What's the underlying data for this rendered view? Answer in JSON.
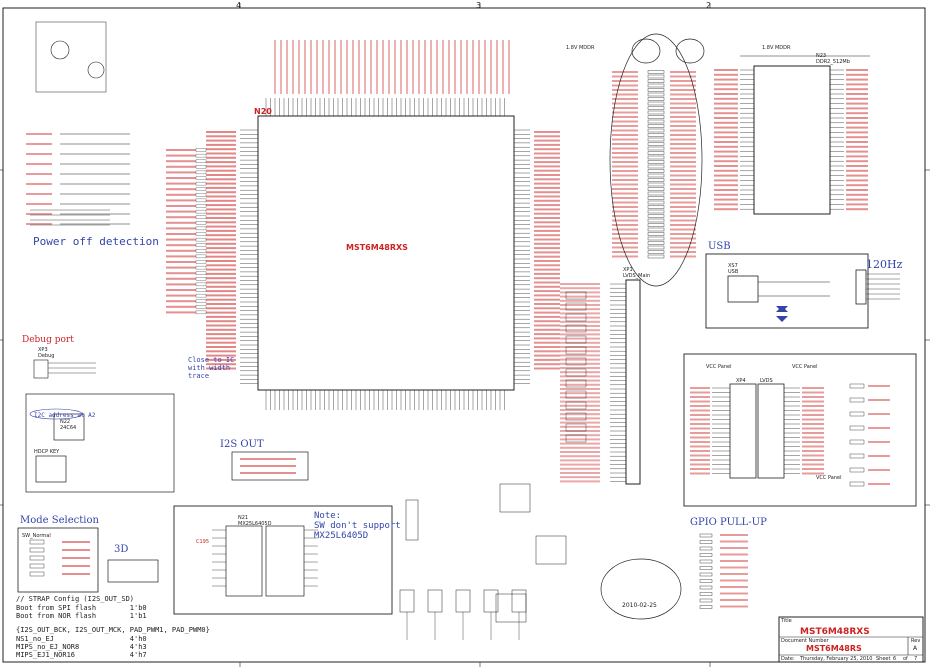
{
  "sheet": {
    "main_chip": {
      "ref": "N20",
      "part": "MST6M48RXS"
    },
    "labels": {
      "power_off": "Power off detection",
      "debug_port": "Debug port",
      "usb": "USB",
      "hz120": "120Hz",
      "i2s_out": "I2S OUT",
      "mode_selection": "Mode Selection",
      "three_d": "3D",
      "gpio_pullup": "GPIO PULL-UP",
      "date_mark": "2010-02-25",
      "i2c_addr": "I2C address at A2",
      "trace_note": "Close to IC\nwith width\ntrace"
    },
    "note_box": {
      "title": "Note:",
      "line1": "SW don't support",
      "line2": "MX25L6405D",
      "flash_chip": "MX25L6405D",
      "flash_ref": "N21",
      "cap_ref": "C195"
    },
    "boot_config": {
      "header": "// STRAP Config (I2S_OUT_SD)",
      "lines": [
        "Boot from SPI flash        1'b0",
        "Boot from NOR flash        1'b1",
        "",
        "{I2S_OUT_BCK, I2S_OUT_MCK, PAD_PWM1, PAD_PWM0}",
        "NS1_no_EJ                  4'h0",
        "MIPS_no_EJ_NOR8            4'h3",
        "MIPS_EJ1_NOR16             4'h7"
      ]
    },
    "title_block": {
      "title_label": "Title",
      "title": "MST6M48RXS",
      "doc_label": "Document Number",
      "doc": "MST6M48RS",
      "rev_label": "Rev",
      "rev": "A",
      "date_label": "Date:",
      "date": "Thursday, February 25, 2010",
      "sheet_label": "Sheet",
      "sheet": "6",
      "of_label": "of",
      "of": "7"
    },
    "chips": {
      "ddr": {
        "ref": "N23",
        "part": "DDR2_512Mb"
      },
      "lvds": {
        "ref": "XP1",
        "part": "LVDS_Main"
      },
      "usb_conn": {
        "ref": "XS7",
        "part": "USB"
      },
      "panel": {
        "ref": "XP4",
        "part": "LVDS"
      },
      "debug": {
        "ref": "XP3",
        "part": "Debug"
      },
      "eeprom": {
        "ref": "N22",
        "part": "24C64"
      },
      "hdcp": {
        "ref": "HDCP KEY"
      },
      "mode": {
        "ref": "SW_Normal"
      },
      "vcc_panel": "VCC Panel",
      "vcc_panel2": "VCC Panel",
      "vcc_panel3": "VCC Panel",
      "v18": "1.8V MDDR",
      "v18b": "1.8V MDDR"
    }
  }
}
